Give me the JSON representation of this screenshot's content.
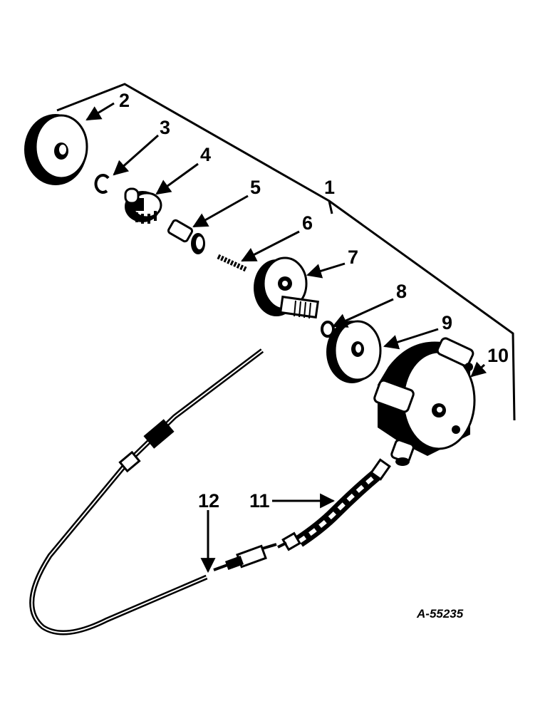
{
  "figure_id": "A-55235",
  "callouts": [
    {
      "id": "1",
      "text": "1"
    },
    {
      "id": "2",
      "text": "2"
    },
    {
      "id": "3",
      "text": "3"
    },
    {
      "id": "4",
      "text": "4"
    },
    {
      "id": "5",
      "text": "5"
    },
    {
      "id": "6",
      "text": "6"
    },
    {
      "id": "7",
      "text": "7"
    },
    {
      "id": "8",
      "text": "8"
    },
    {
      "id": "9",
      "text": "9"
    },
    {
      "id": "10",
      "text": "10"
    },
    {
      "id": "11",
      "text": "11"
    },
    {
      "id": "12",
      "text": "12"
    }
  ],
  "colors": {
    "ink": "#000000",
    "paper": "#ffffff"
  }
}
